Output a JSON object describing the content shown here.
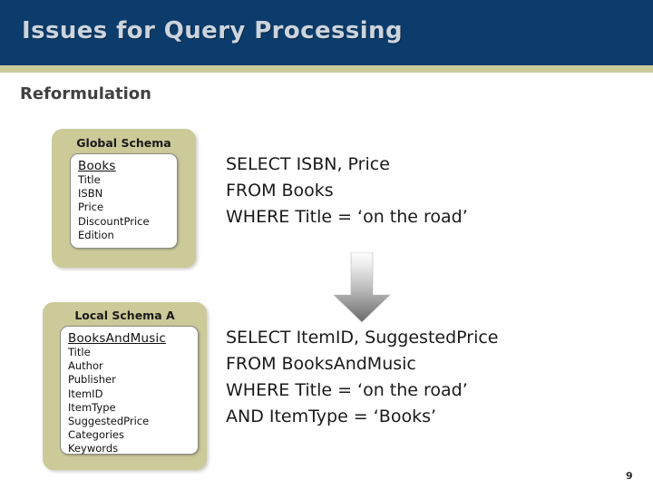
{
  "slide": {
    "title": "Issues for Query Processing",
    "section_heading": "Reformulation",
    "page_number": "9",
    "colors": {
      "title_bar": "#0b3c6b",
      "title_text": "#ccd4de",
      "divider_stripe": "#ccca99",
      "schema_box_fill": "#ccca99",
      "schema_inner_fill": "#ffffff",
      "heading_text": "#414141",
      "arrow_gradient_top": "#fbfbfb",
      "arrow_gradient_bottom": "#6f6f6f"
    }
  },
  "global_schema": {
    "label": "Global Schema",
    "relation": "Books",
    "attributes": [
      "Title",
      "ISBN",
      "Price",
      "DiscountPrice",
      "Edition"
    ]
  },
  "local_schema": {
    "label": "Local Schema A",
    "relation": "BooksAndMusic",
    "attributes": [
      "Title",
      "Author",
      "Publisher",
      "ItemID",
      "ItemType",
      "SuggestedPrice",
      "Categories",
      "Keywords"
    ]
  },
  "global_query": {
    "lines": [
      "SELECT ISBN, Price",
      "FROM Books",
      "WHERE Title = ‘on the road’"
    ]
  },
  "local_query": {
    "lines": [
      "SELECT ItemID, SuggestedPrice",
      "FROM BooksAndMusic",
      "WHERE Title = ‘on the road’",
      "AND ItemType = ‘Books’"
    ]
  },
  "arrow": {
    "icon": "down-arrow-icon",
    "direction": "down"
  }
}
